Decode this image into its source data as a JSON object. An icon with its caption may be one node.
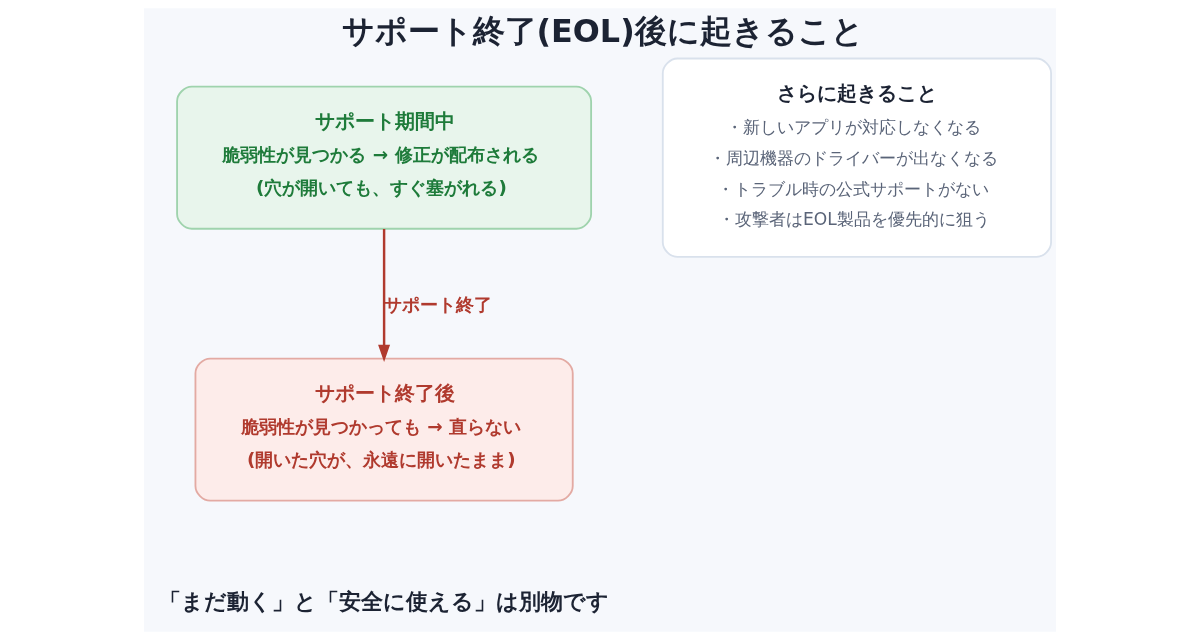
{
  "diagram": {
    "title": "サポート終了(EOL)後に起きること",
    "caption": "「まだ動く」と「安全に使える」は別物です",
    "nodes": [
      {
        "text": [
          "サポート期間中",
          "脆弱性が見つかる → 修正が配布される",
          "(穴が開いても、すぐ塞がれる)"
        ]
      },
      {
        "text": [
          "サポート終了後",
          "脆弱性が見つかっても → 直らない",
          "(開いた穴が、永遠に開いたまま)"
        ]
      },
      {
        "text": [
          "さらに起きること",
          "・新しいアプリが対応しなくなる",
          "・周辺機器のドライバーが出なくなる",
          "・トラブル時の公式サポートがない",
          "・攻撃者はEOL製品を優先的に狙う"
        ]
      }
    ],
    "edges": [
      {
        "from": 0,
        "to": 1,
        "arrow": "to",
        "label": "サポート終了"
      }
    ]
  }
}
